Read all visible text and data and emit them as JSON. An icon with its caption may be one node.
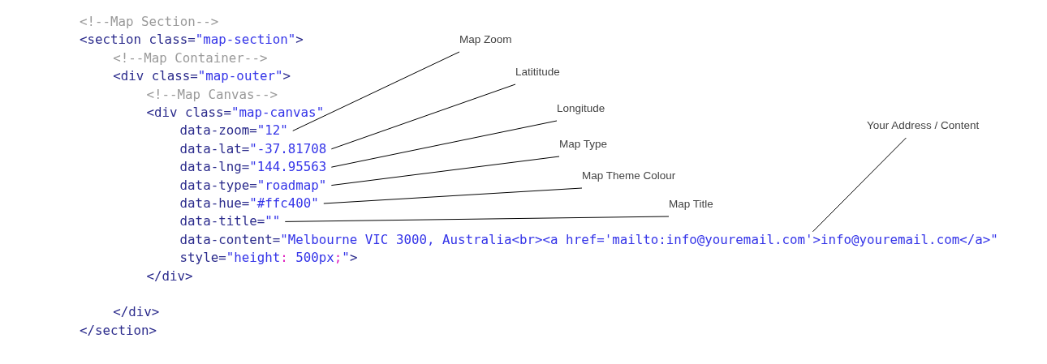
{
  "diagram": {
    "nodes": [
      {
        "text": [
          "Map Zoom"
        ]
      },
      {
        "text": [
          "Latititude"
        ]
      },
      {
        "text": [
          "Longitude"
        ]
      },
      {
        "text": [
          "Your Address / Content"
        ]
      },
      {
        "text": [
          "Map Type"
        ]
      },
      {
        "text": [
          "Map Theme Colour"
        ]
      },
      {
        "text": [
          "Map Title"
        ]
      },
      {
        "text": [
          "data-zoom=\"12\""
        ]
      },
      {
        "text": [
          "data-lat=\"-37.81708"
        ]
      },
      {
        "text": [
          "data-lng=\"144.95563"
        ]
      },
      {
        "text": [
          "data-type=\"roadmap\""
        ]
      },
      {
        "text": [
          "data-hue=\"#ffc400\""
        ]
      },
      {
        "text": [
          "data-title=\"\""
        ]
      },
      {
        "text": [
          "data-content=\"Melbourne VIC 3000, Australia<br><a href='mailto:info@youremail.com'>info@youremail.com</a>\""
        ]
      }
    ],
    "edges": [
      {
        "from": 0,
        "to": 7,
        "arrow": "none"
      },
      {
        "from": 1,
        "to": 8,
        "arrow": "none"
      },
      {
        "from": 2,
        "to": 9,
        "arrow": "none"
      },
      {
        "from": 3,
        "to": 13,
        "arrow": "none"
      },
      {
        "from": 4,
        "to": 10,
        "arrow": "none"
      },
      {
        "from": 5,
        "to": 11,
        "arrow": "none"
      },
      {
        "from": 6,
        "to": 12,
        "arrow": "none"
      }
    ],
    "labels": [
      "<!--Map Section-->",
      "<section class=\"map-section\">",
      "<!--Map Container-->",
      "<div class=\"map-outer\">",
      "<!--Map Canvas-->",
      "<div class=\"map-canvas\"",
      "style=\"height: 500px;\">",
      "</div>",
      "</div>",
      "</section>"
    ]
  }
}
